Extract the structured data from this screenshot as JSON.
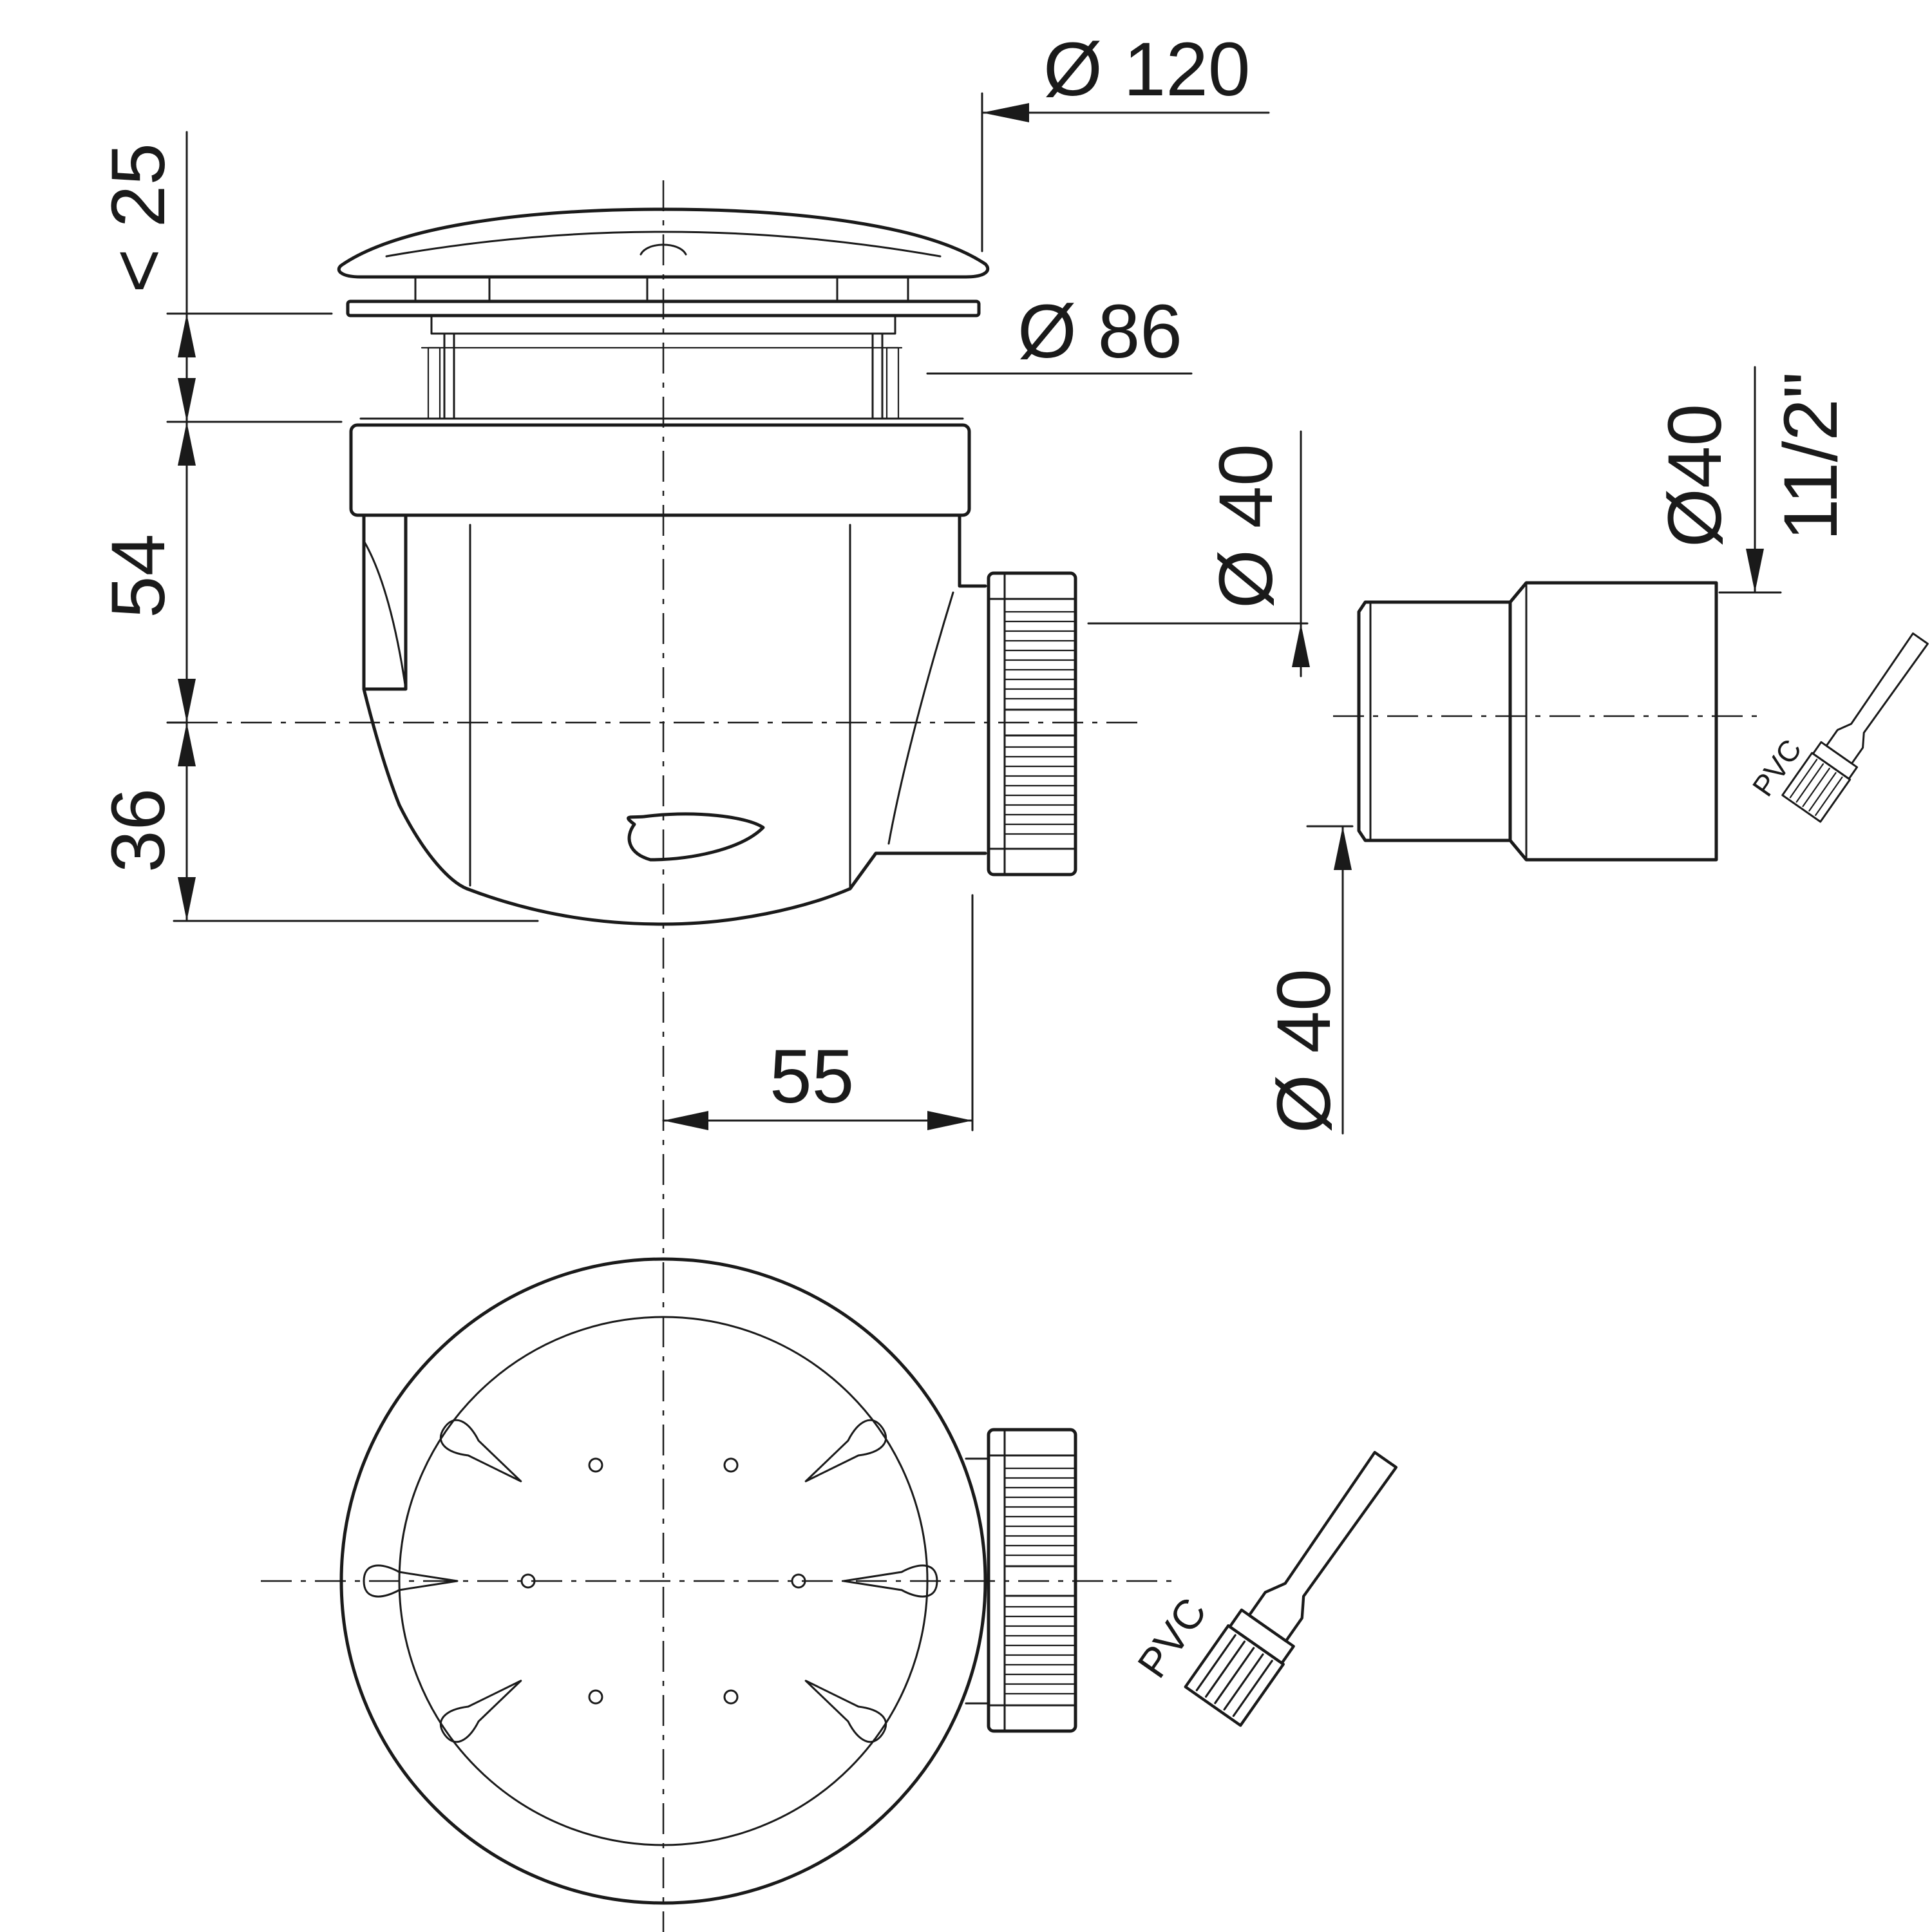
{
  "colors": {
    "ink": "#1a1a1a",
    "paper": "#ffffff"
  },
  "dimensions": {
    "cover_diameter": "Ø 120",
    "grate_height": "< 25",
    "body_diameter": "Ø 86",
    "body_height": "54",
    "outlet_axis_height": "36",
    "outlet_offset": "55",
    "outlet_diameter": "Ø 40",
    "adapter_inlet_diameter": "Ø 40",
    "adapter_outlet_diameter": "Ø40",
    "adapter_thread": "11/2\""
  },
  "labels": {
    "glue_label_side": "PVC",
    "glue_label_top": "PVC"
  },
  "icons": [
    "glue-brush-icon",
    "glue-brush-icon"
  ]
}
